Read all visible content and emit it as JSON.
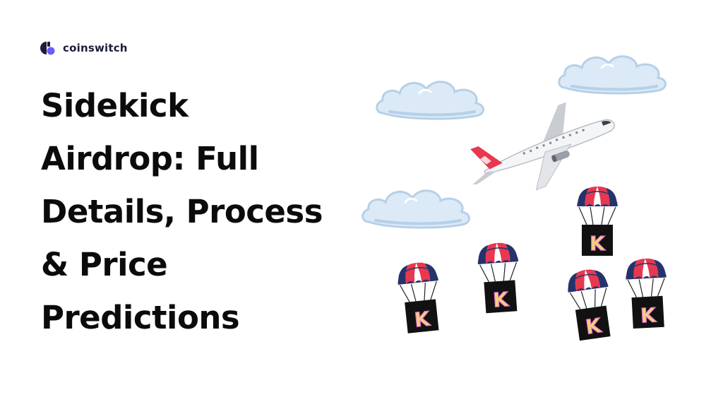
{
  "brand": {
    "name": "coinswitch",
    "logo_icon": "coinswitch-logo-icon",
    "accent": "#6c5cf5"
  },
  "headline": {
    "lines": [
      "Sidekick",
      "Airdrop: Full",
      "Details, Process",
      "& Price",
      "Predictions"
    ]
  },
  "illustration": {
    "icons": [
      "cloud-icon",
      "airplane-icon",
      "parachute-crate-icon"
    ],
    "crate_letter": "K",
    "colors": {
      "cloud": "#dbeaf6",
      "cloud_shadow": "#b6d0e8",
      "canopy_red": "#e8384f",
      "canopy_blue": "#26336b",
      "canopy_white": "#ffffff",
      "crate": "#111111",
      "letter": "#f3d37a",
      "letter_outline": "#e86ad0"
    }
  }
}
